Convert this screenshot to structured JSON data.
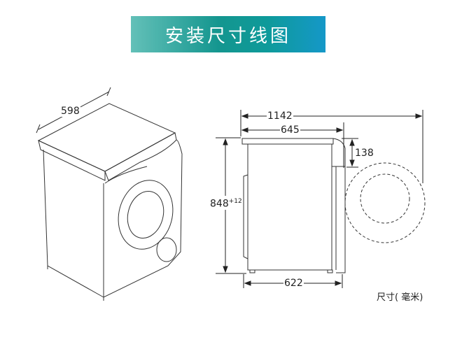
{
  "title": "安装尺寸线图",
  "dimensions": {
    "width": "598",
    "depth_total": "1142",
    "depth_top": "645",
    "depth_bottom": "622",
    "height": "848",
    "height_tolerance": "+12",
    "panel_height": "138"
  },
  "unit_label": "尺寸( 毫米)"
}
